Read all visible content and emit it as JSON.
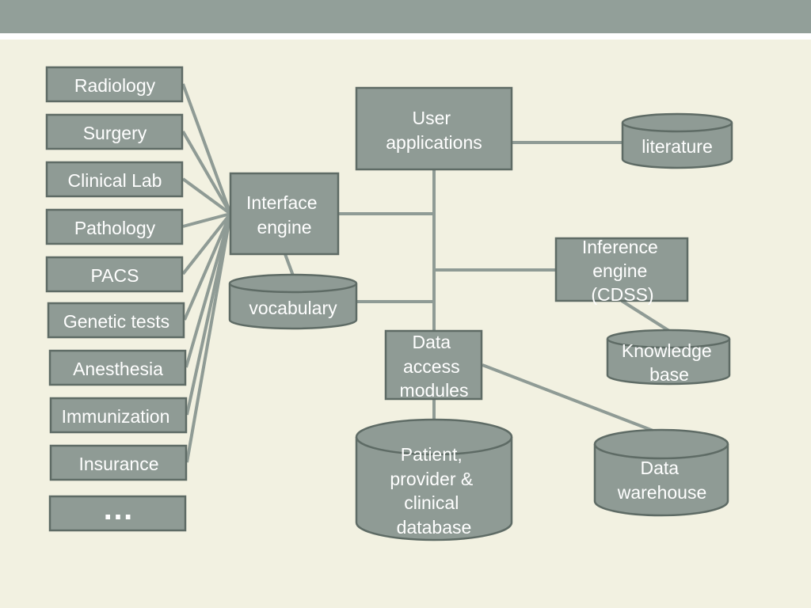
{
  "sources": [
    {
      "id": "radiology",
      "label": "Radiology"
    },
    {
      "id": "surgery",
      "label": "Surgery"
    },
    {
      "id": "clinical-lab",
      "label": "Clinical Lab"
    },
    {
      "id": "pathology",
      "label": "Pathology"
    },
    {
      "id": "pacs",
      "label": "PACS"
    },
    {
      "id": "genetic-tests",
      "label": "Genetic tests"
    },
    {
      "id": "anesthesia",
      "label": "Anesthesia"
    },
    {
      "id": "immunization",
      "label": "Immunization"
    },
    {
      "id": "insurance",
      "label": "Insurance"
    },
    {
      "id": "more",
      "label": "…"
    }
  ],
  "nodes": {
    "user_applications": [
      "User",
      "applications"
    ],
    "interface_engine": [
      "Interface",
      "engine"
    ],
    "inference_engine": [
      "Inference",
      "engine",
      "(CDSS)"
    ],
    "data_access_modules": [
      "Data",
      "access",
      "modules"
    ]
  },
  "stores": {
    "literature": [
      "literature"
    ],
    "vocabulary": [
      "vocabulary"
    ],
    "knowledge_base": [
      "Knowledge",
      "base"
    ],
    "patient_database": [
      "Patient,",
      "provider &",
      "clinical",
      "database"
    ],
    "data_warehouse": [
      "Data",
      "warehouse"
    ]
  }
}
